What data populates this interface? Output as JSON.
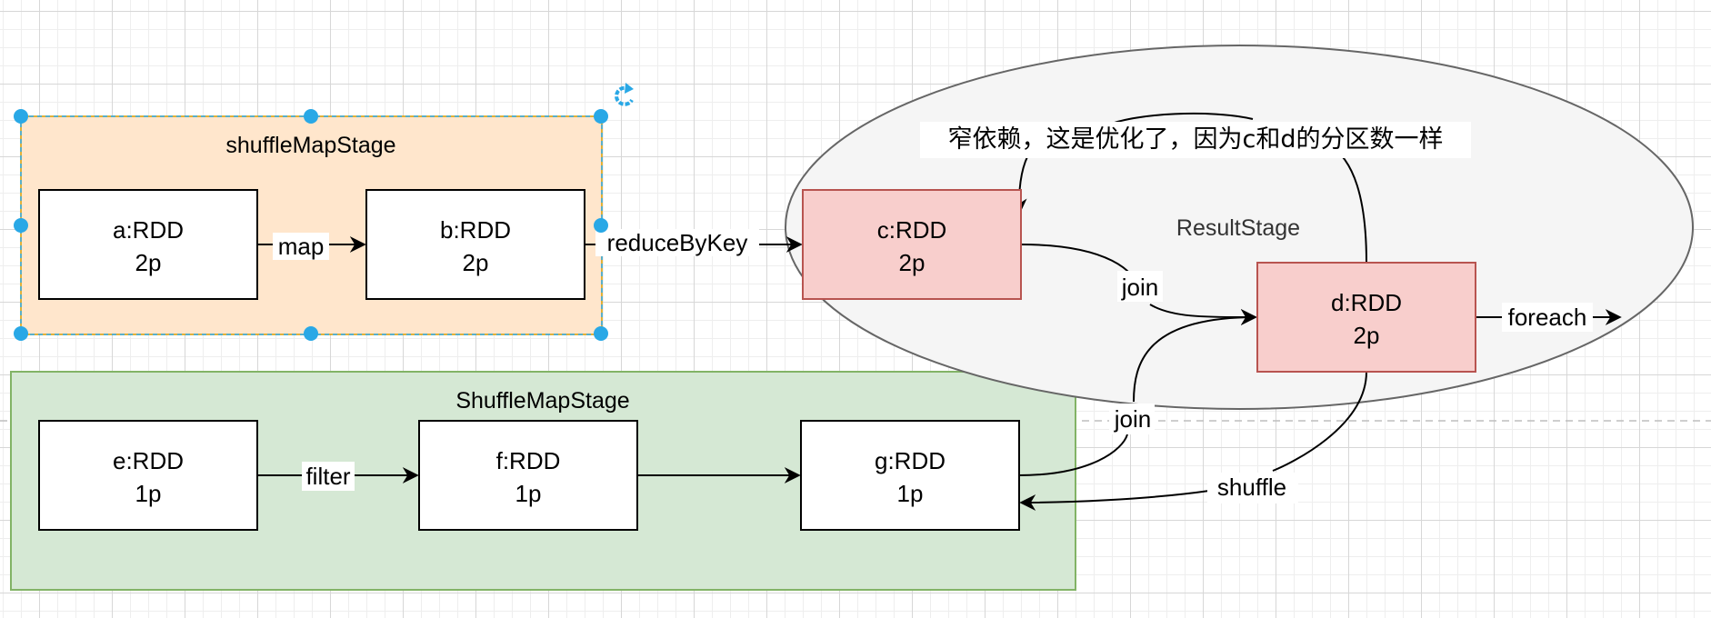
{
  "colors": {
    "stage_orange_fill": "#ffe6cc",
    "stage_orange_stroke": "#d79b00",
    "stage_green_fill": "#d5e8d4",
    "stage_green_stroke": "#82b366",
    "result_fill": "#f5f5f5",
    "result_stroke": "#666666",
    "rdd_red_fill": "#f8cecc",
    "rdd_red_stroke": "#b85450",
    "selection_blue": "#29a8e6"
  },
  "stages": {
    "shuffle_map_stage_1": {
      "label": "shuffleMapStage"
    },
    "result_stage": {
      "label": "ResultStage"
    },
    "shuffle_map_stage_2": {
      "label": "ShuffleMapStage"
    }
  },
  "rdds": {
    "a": {
      "name": "a:RDD",
      "partitions": "2p"
    },
    "b": {
      "name": "b:RDD",
      "partitions": "2p"
    },
    "c": {
      "name": "c:RDD",
      "partitions": "2p"
    },
    "d": {
      "name": "d:RDD",
      "partitions": "2p"
    },
    "e": {
      "name": "e:RDD",
      "partitions": "1p"
    },
    "f": {
      "name": "f:RDD",
      "partitions": "1p"
    },
    "g": {
      "name": "g:RDD",
      "partitions": "1p"
    }
  },
  "edges": {
    "a_b": "map",
    "b_c": "reduceByKey",
    "c_d": "join",
    "g_d": "join",
    "d_out": "foreach",
    "e_f": "filter",
    "d_g": "shuffle"
  },
  "annotation": "窄依赖，这是优化了，因为c和d的分区数一样"
}
